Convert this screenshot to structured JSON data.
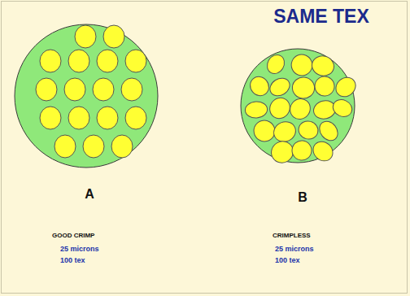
{
  "diagram": {
    "title": "SAME TEX",
    "labels": [
      "A",
      "GOOD CRIMP",
      "25 microns",
      "100 tex",
      "B",
      "CRIMPLESS",
      "25 microns",
      "100 tex"
    ]
  }
}
